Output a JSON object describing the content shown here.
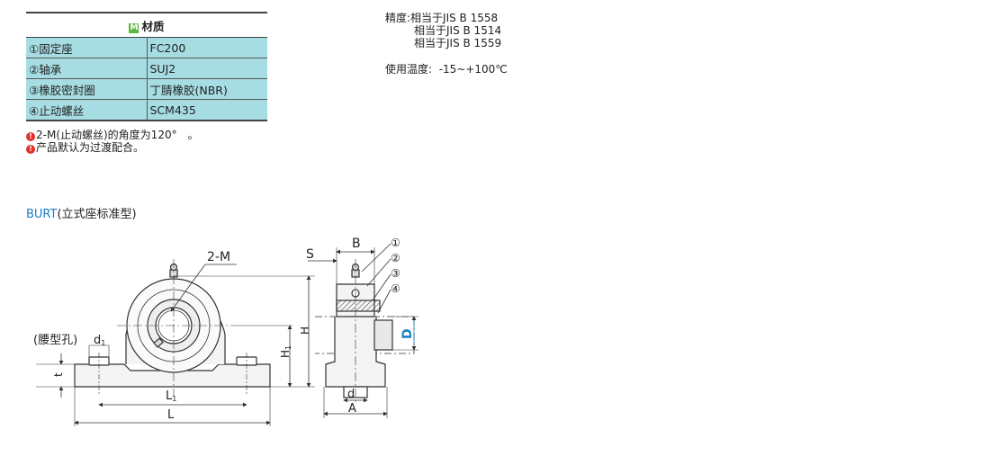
{
  "material_table": {
    "header_badge": "M",
    "header": "材质",
    "rows": [
      {
        "part": "①固定座",
        "material": "FC200"
      },
      {
        "part": "②轴承",
        "material": "SUJ2"
      },
      {
        "part": "③橡胶密封圈",
        "material": "丁腈橡胶(NBR)"
      },
      {
        "part": "④止动螺丝",
        "material": "SCM435"
      }
    ]
  },
  "notes": [
    {
      "icon": "warning-icon",
      "text": "2-M(止动螺丝)的角度为120°　。"
    },
    {
      "icon": "warning-icon",
      "text": "产品默认为过渡配合。"
    }
  ],
  "precision": {
    "label": "精度:",
    "lines": [
      "相当于JIS B 1558",
      "相当于JIS B 1514",
      "相当于JIS B 1559"
    ]
  },
  "temperature": {
    "label": "使用温度:",
    "value": "-15~+100℃"
  },
  "section": {
    "code": "BURT",
    "title": "(立式座标准型)"
  },
  "drawing_labels": {
    "two_m": "2-M",
    "waist_hole": "(腰型孔)",
    "d1": "d",
    "d1_sub": "1",
    "t": "t",
    "l1": "L",
    "l1_sub": "1",
    "l": "L",
    "h1": "H",
    "h1_sub": "1",
    "h": "H",
    "s": "S",
    "b": "B",
    "callouts": [
      "①",
      "②",
      "③",
      "④"
    ],
    "d_big": "D",
    "d_small": "d",
    "a": "A"
  },
  "colors": {
    "table_fill": "#a6dde3",
    "badge": "#5cb840",
    "warning": "#e0302a",
    "section_code": "#1b7fc1",
    "dimension_d": "#1b7fc1"
  }
}
